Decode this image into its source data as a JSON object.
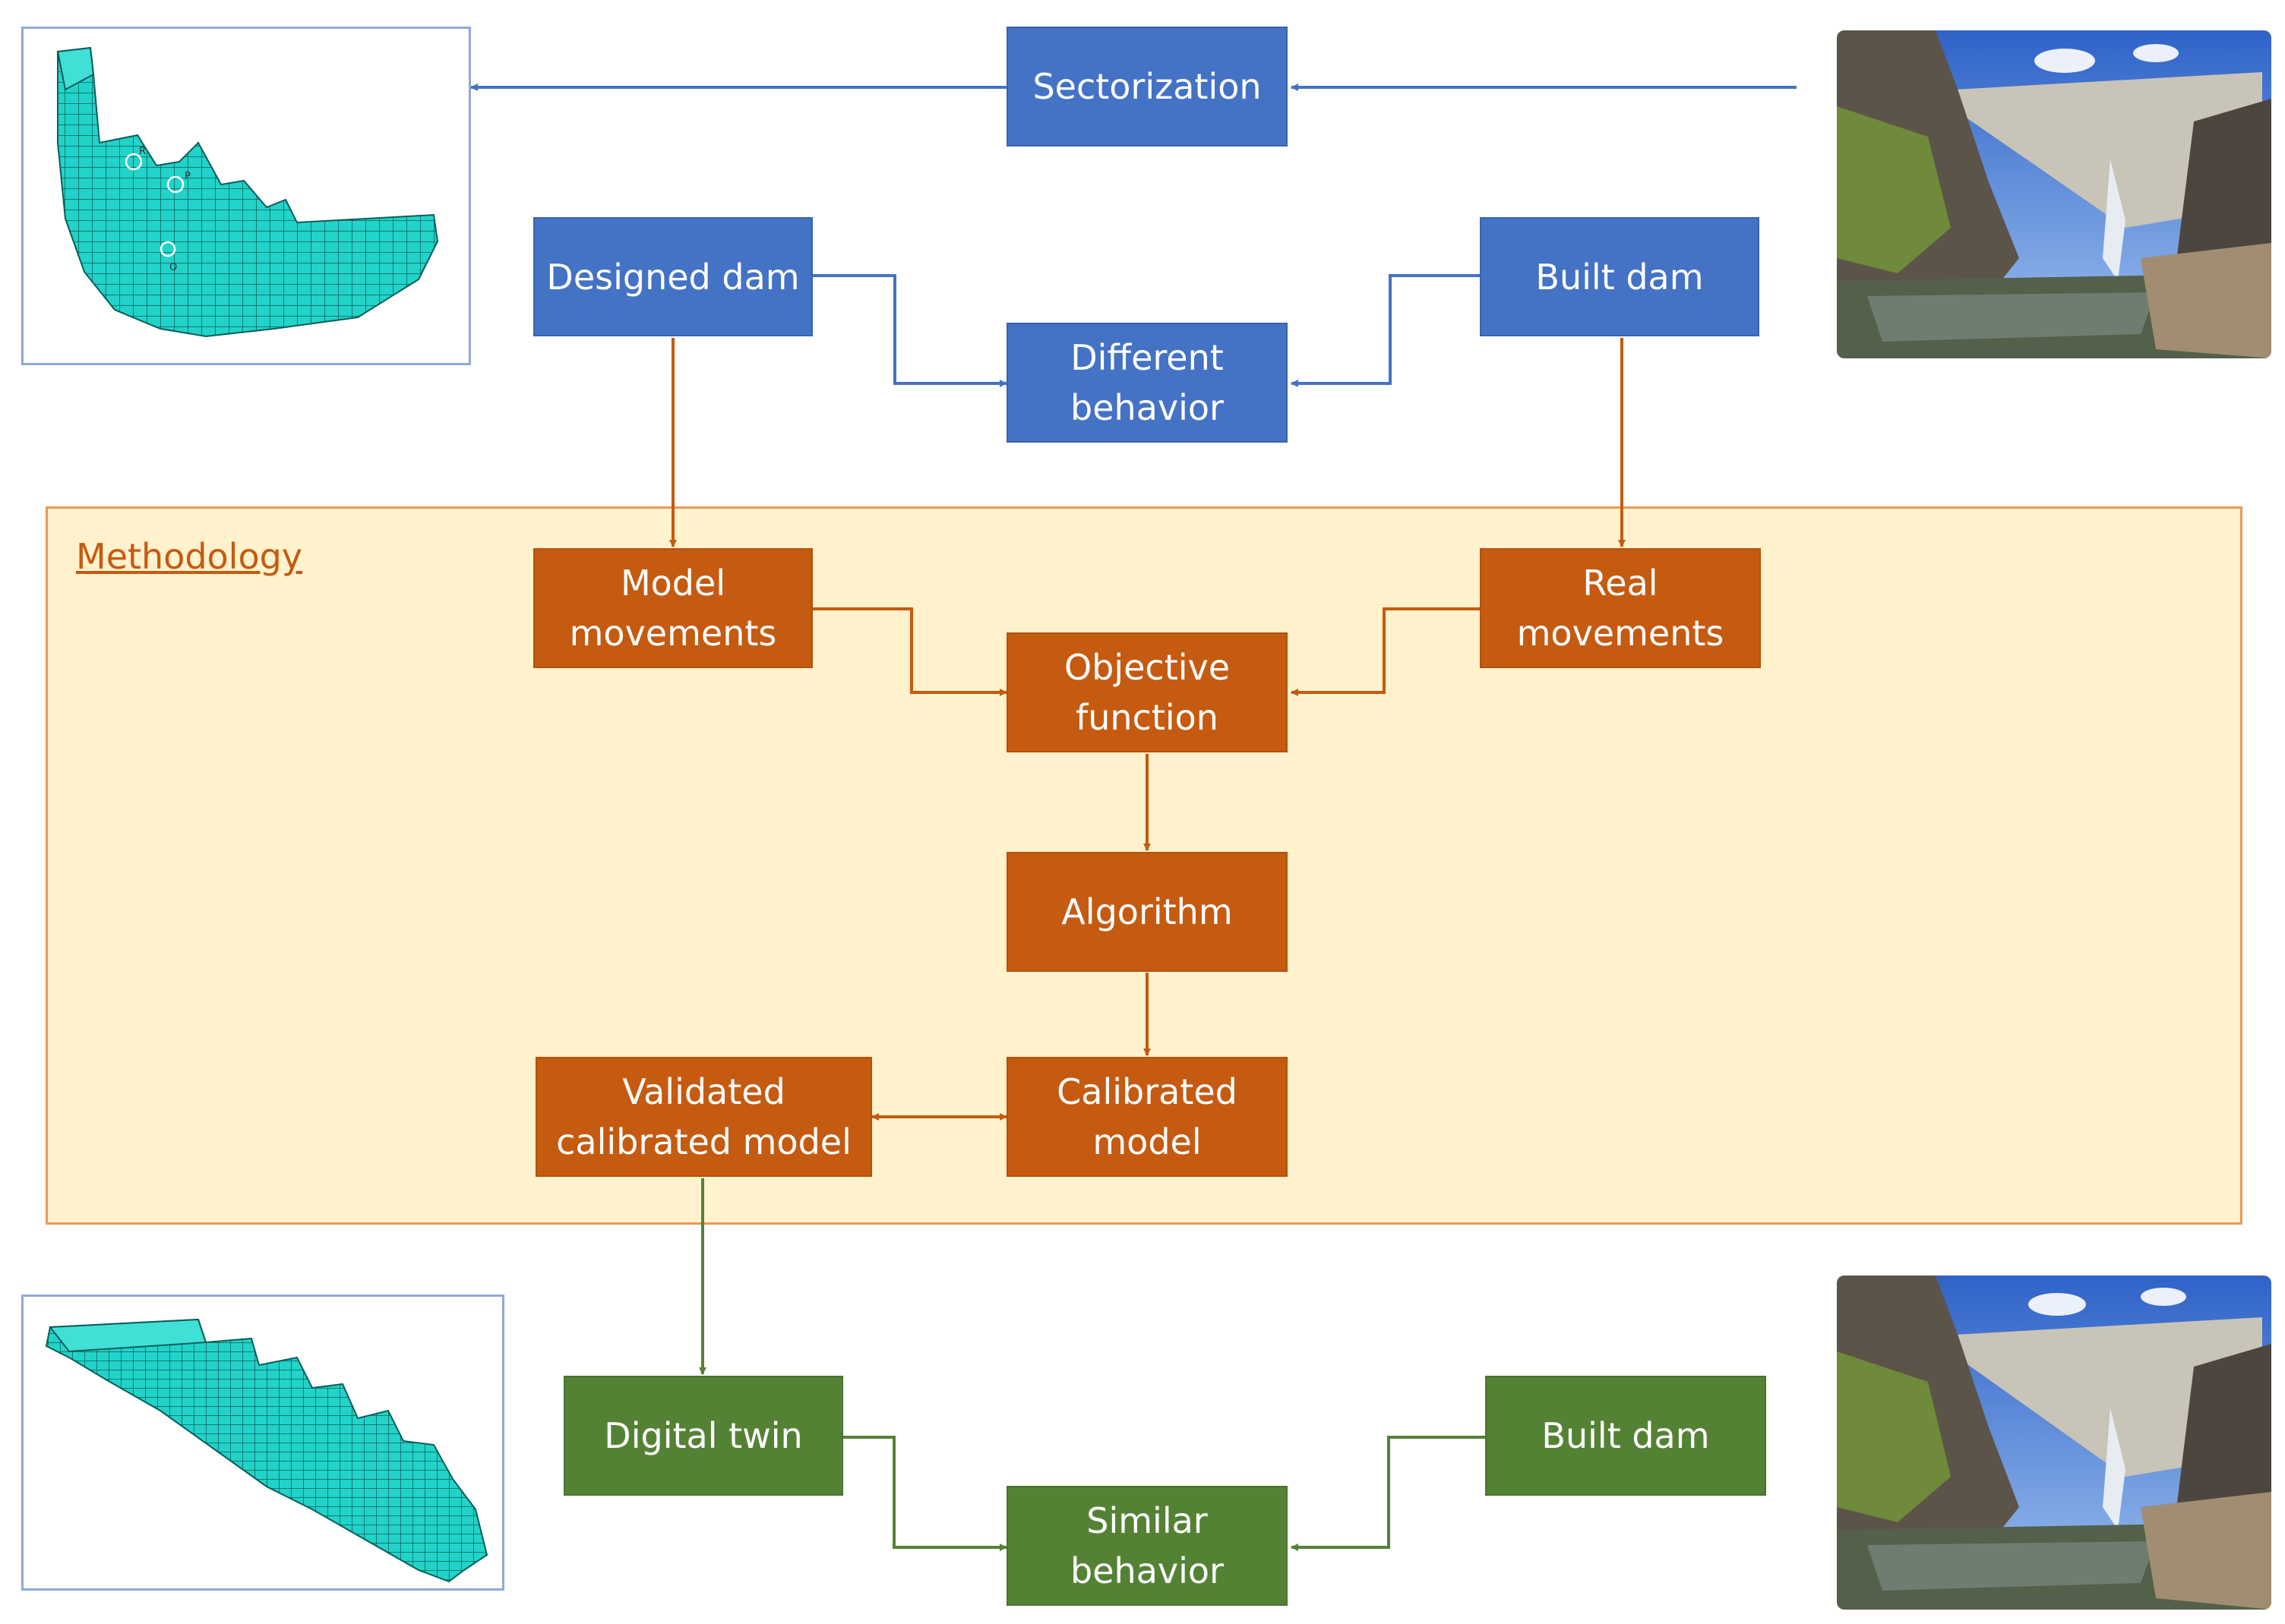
{
  "boxes": {
    "sectorization": "Sectorization",
    "designed_dam": "Designed dam",
    "built_dam_top": "Built dam",
    "different_behavior": "Different\nbehavior",
    "model_movements": "Model\nmovements",
    "real_movements": "Real\nmovements",
    "objective_function": "Objective\nfunction",
    "algorithm": "Algorithm",
    "calibrated_model": "Calibrated\nmodel",
    "validated_calibrated_model": "Validated\ncalibrated model",
    "digital_twin": "Digital twin",
    "built_dam_bottom": "Built dam",
    "similar_behavior": "Similar\nbehavior"
  },
  "methodology_label": "Methodology",
  "mesh_labels": [
    "R",
    "P",
    "O"
  ],
  "colors": {
    "blue": "#4472c4",
    "orange": "#c55a11",
    "green": "#548235",
    "methodology_fill": "#fff2cc",
    "mesh": "#22d3c9"
  }
}
